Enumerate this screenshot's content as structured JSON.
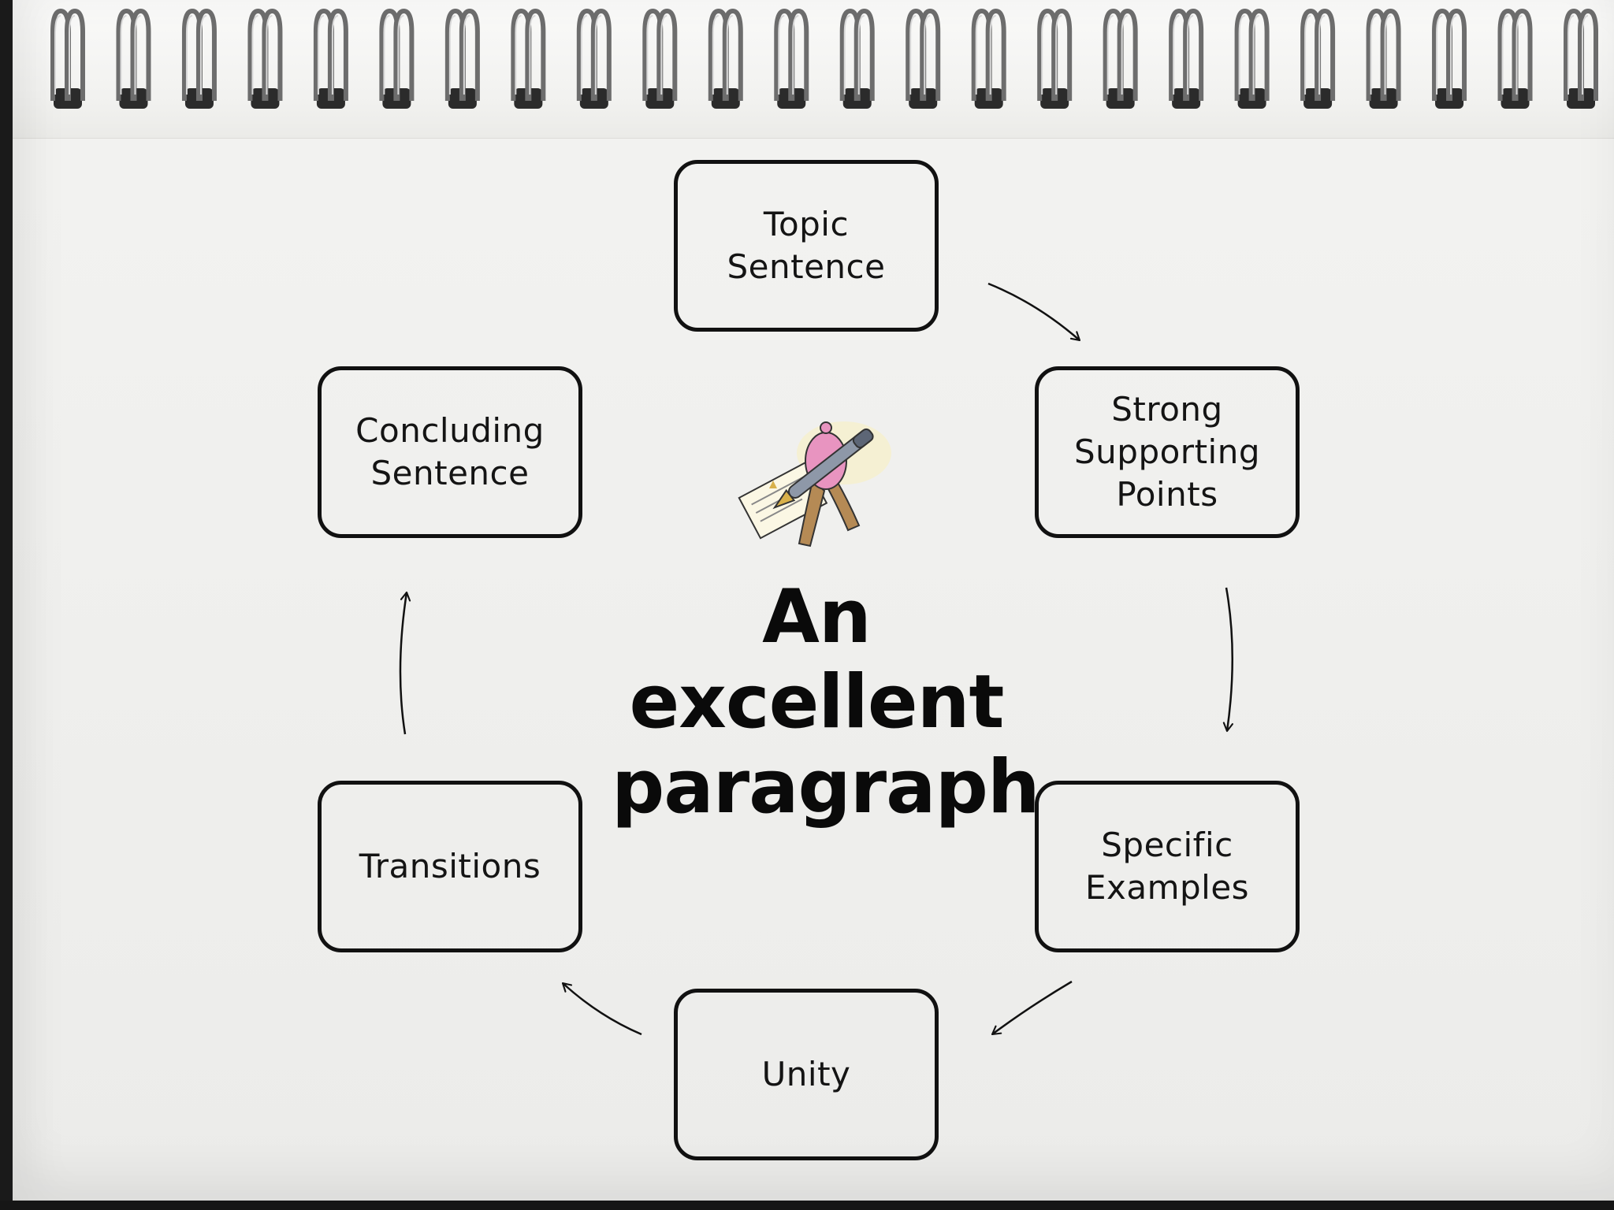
{
  "diagram": {
    "center_title": "An\nexcellent\nparagraph",
    "nodes": [
      {
        "id": "topic",
        "label": "Topic\nSentence"
      },
      {
        "id": "support",
        "label": "Strong\nSupporting\nPoints"
      },
      {
        "id": "examples",
        "label": "Specific\nExamples"
      },
      {
        "id": "unity",
        "label": "Unity"
      },
      {
        "id": "transitions",
        "label": "Transitions"
      },
      {
        "id": "concluding",
        "label": "Concluding\nSentence"
      }
    ],
    "edges": [
      {
        "from": "topic",
        "to": "support"
      },
      {
        "from": "support",
        "to": "examples"
      },
      {
        "from": "examples",
        "to": "unity"
      },
      {
        "from": "unity",
        "to": "transitions"
      },
      {
        "from": "transitions",
        "to": "concluding"
      }
    ],
    "illustration": "writer-with-pen-clipart",
    "binding": "spiral-ring-binding",
    "colors": {
      "paper": "#f0f0ee",
      "ink": "#111111"
    }
  }
}
